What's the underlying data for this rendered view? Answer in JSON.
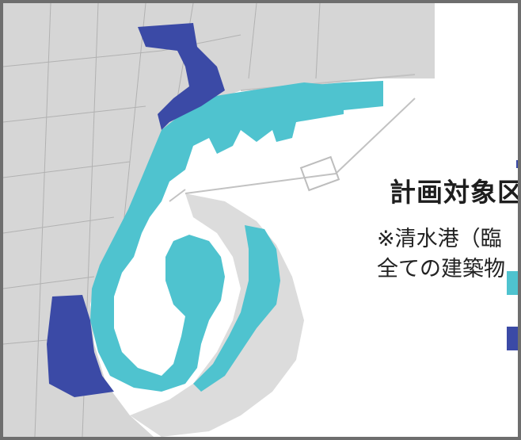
{
  "legend": {
    "title": "計画対象区",
    "note_line1": "※清水港（臨",
    "note_line2": "全ての建築物",
    "items": [
      {
        "color": "#4fc3cf",
        "label": ""
      },
      {
        "color": "#3b4aa6",
        "label": ""
      }
    ]
  },
  "map": {
    "zones": [
      {
        "name": "port-district",
        "color": "#4fc3cf"
      },
      {
        "name": "adjacent-district",
        "color": "#3b4aa6"
      }
    ],
    "basemap_color": "#d9d9d9"
  }
}
